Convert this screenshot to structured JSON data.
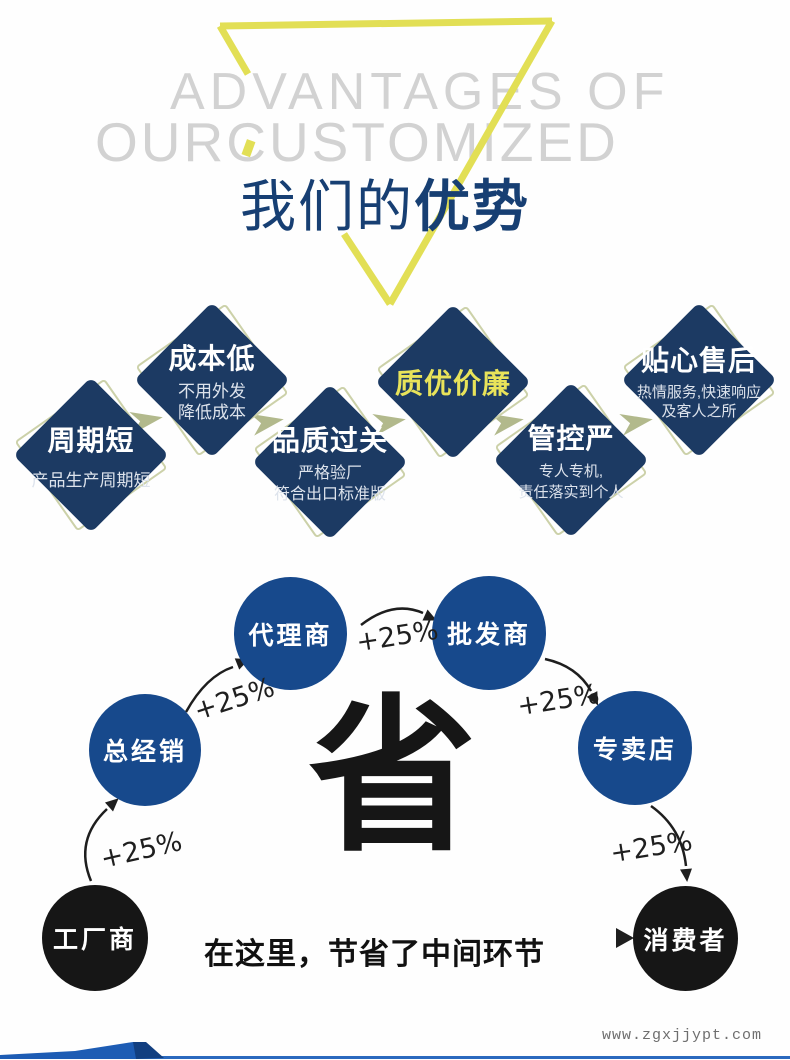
{
  "header": {
    "title_en_line1": "ADVANTAGES OF",
    "title_en_line2": "OURCUSTOMIZED",
    "title_cn_part1": "我们的",
    "title_cn_part2": "优势"
  },
  "advantages": [
    {
      "title": "周期短",
      "line1": "产品生产周期短"
    },
    {
      "title": "成本低",
      "line1": "不用外发",
      "line2": "降低成本"
    },
    {
      "title": "品质过关",
      "line1": "严格验厂",
      "line2": "符合出口标准版"
    },
    {
      "title": "质优价廉"
    },
    {
      "title": "管控严",
      "line1": "专人专机,",
      "line2": "责任落实到个人"
    },
    {
      "title": "贴心售后",
      "line1": "热情服务,快速响应",
      "line2": "及客人之所"
    }
  ],
  "flow": {
    "nodes": [
      {
        "label": "工厂商",
        "type": "black"
      },
      {
        "label": "总经销",
        "type": "blue"
      },
      {
        "label": "代理商",
        "type": "blue"
      },
      {
        "label": "批发商",
        "type": "blue"
      },
      {
        "label": "专卖店",
        "type": "blue"
      },
      {
        "label": "消费者",
        "type": "black"
      }
    ],
    "increment_label": "+25%",
    "save_character": "省",
    "tagline": "在这里，节省了中间环节"
  },
  "watermark": "www.zgxjjypt.com",
  "colors": {
    "diamond_navy": "#1c3a63",
    "circle_blue": "#17498c",
    "node_black": "#161616",
    "accent_yellow": "#e2df55",
    "highlight_text_yellow": "#e8e35a",
    "arrow_khaki": "#b2b98c",
    "outline_khaki": "#ccd1a9",
    "title_navy": "#173f73",
    "title_gray": "#d2d2d2",
    "ribbon_blue": "#1d5cb4",
    "ribbon_dark": "#123f80",
    "ribbon_line": "#2a69be"
  }
}
